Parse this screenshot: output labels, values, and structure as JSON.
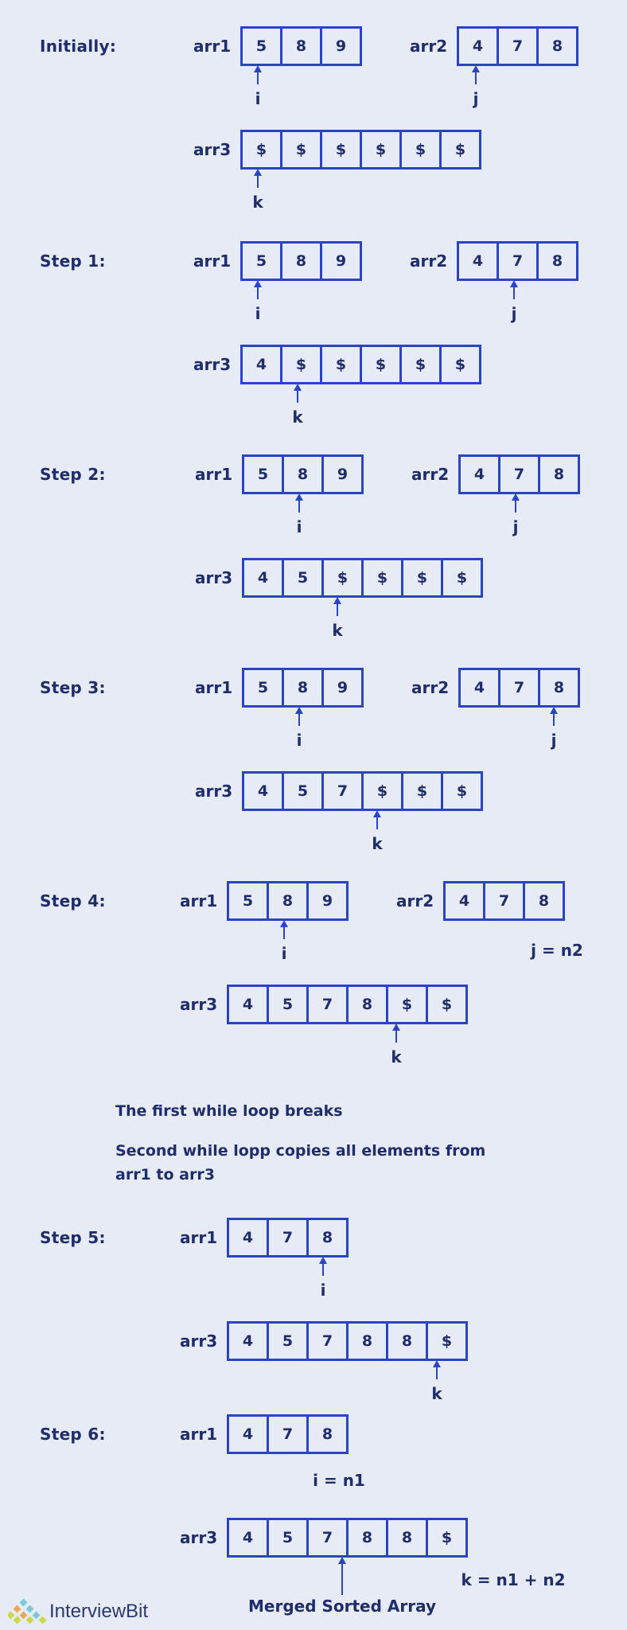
{
  "steps": [
    {
      "label": "Initially:",
      "arr1": {
        "label": "arr1",
        "cells": [
          "5",
          "8",
          "9"
        ]
      },
      "arr2": {
        "label": "arr2",
        "cells": [
          "4",
          "7",
          "8"
        ]
      },
      "arr3": {
        "label": "arr3",
        "cells": [
          "$",
          "$",
          "$",
          "$",
          "$",
          "$"
        ]
      },
      "ptr_arr1": "i",
      "ptr_arr2": "j",
      "ptr_arr3": "k"
    },
    {
      "label": "Step 1:",
      "arr1": {
        "label": "arr1",
        "cells": [
          "5",
          "8",
          "9"
        ]
      },
      "arr2": {
        "label": "arr2",
        "cells": [
          "4",
          "7",
          "8"
        ]
      },
      "arr3": {
        "label": "arr3",
        "cells": [
          "4",
          "$",
          "$",
          "$",
          "$",
          "$"
        ]
      },
      "ptr_arr1": "i",
      "ptr_arr2": "j",
      "ptr_arr3": "k"
    },
    {
      "label": "Step 2:",
      "arr1": {
        "label": "arr1",
        "cells": [
          "5",
          "8",
          "9"
        ]
      },
      "arr2": {
        "label": "arr2",
        "cells": [
          "4",
          "7",
          "8"
        ]
      },
      "arr3": {
        "label": "arr3",
        "cells": [
          "4",
          "5",
          "$",
          "$",
          "$",
          "$"
        ]
      },
      "ptr_arr1": "i",
      "ptr_arr2": "j",
      "ptr_arr3": "k"
    },
    {
      "label": "Step 3:",
      "arr1": {
        "label": "arr1",
        "cells": [
          "5",
          "8",
          "9"
        ]
      },
      "arr2": {
        "label": "arr2",
        "cells": [
          "4",
          "7",
          "8"
        ]
      },
      "arr3": {
        "label": "arr3",
        "cells": [
          "4",
          "5",
          "7",
          "$",
          "$",
          "$"
        ]
      },
      "ptr_arr1": "i",
      "ptr_arr2": "j",
      "ptr_arr3": "k"
    },
    {
      "label": "Step 4:",
      "arr1": {
        "label": "arr1",
        "cells": [
          "5",
          "8",
          "9"
        ]
      },
      "arr2": {
        "label": "arr2",
        "cells": [
          "4",
          "7",
          "8"
        ]
      },
      "arr3": {
        "label": "arr3",
        "cells": [
          "4",
          "5",
          "7",
          "8",
          "$",
          "$"
        ]
      },
      "ptr_arr1": "i",
      "ptr_arr2_text": "j = n2",
      "ptr_arr3": "k"
    },
    {
      "label": "Step 5:",
      "arr1": {
        "label": "arr1",
        "cells": [
          "4",
          "7",
          "8"
        ]
      },
      "arr3": {
        "label": "arr3",
        "cells": [
          "4",
          "5",
          "7",
          "8",
          "8",
          "$"
        ]
      },
      "ptr_arr1": "i",
      "ptr_arr3": "k"
    },
    {
      "label": "Step 6:",
      "arr1": {
        "label": "arr1",
        "cells": [
          "4",
          "7",
          "8"
        ]
      },
      "arr3": {
        "label": "arr3",
        "cells": [
          "4",
          "5",
          "7",
          "8",
          "8",
          "$"
        ]
      },
      "ptr_arr1_text": "i = n1",
      "ptr_arr3_text": "k = n1 + n2",
      "merged_caption": "Merged Sorted Array"
    }
  ],
  "notes": {
    "first_loop": "The first while loop breaks",
    "second_loop_line1": "Second while lopp copies all elements from",
    "second_loop_line2": "arr1 to arr3"
  },
  "brand": {
    "name": "InterviewBit",
    "icon": "interviewbit-logo-icon"
  },
  "colors": {
    "background": "#e6ebf6",
    "stroke": "#2b44c4",
    "text": "#1f2d6b"
  }
}
